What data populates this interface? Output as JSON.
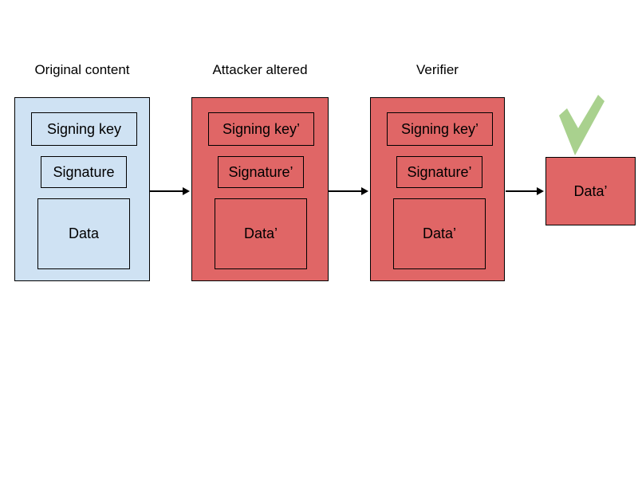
{
  "stages": [
    {
      "title": "Original content",
      "items": [
        "Signing key",
        "Signature",
        "Data"
      ]
    },
    {
      "title": "Attacker altered",
      "items": [
        "Signing key’",
        "Signature’",
        "Data’"
      ]
    },
    {
      "title": "Verifier",
      "items": [
        "Signing key’",
        "Signature’",
        "Data’"
      ]
    }
  ],
  "result": {
    "label": "Data’"
  },
  "icons": {
    "checkmark": "verification-passed-checkmark"
  },
  "colors": {
    "background": "#ffffff",
    "text": "#000000",
    "border": "#000000",
    "original_box_fill": "#cfe2f3",
    "altered_box_fill": "#e06666",
    "checkmark_green": "#a9d18e"
  }
}
